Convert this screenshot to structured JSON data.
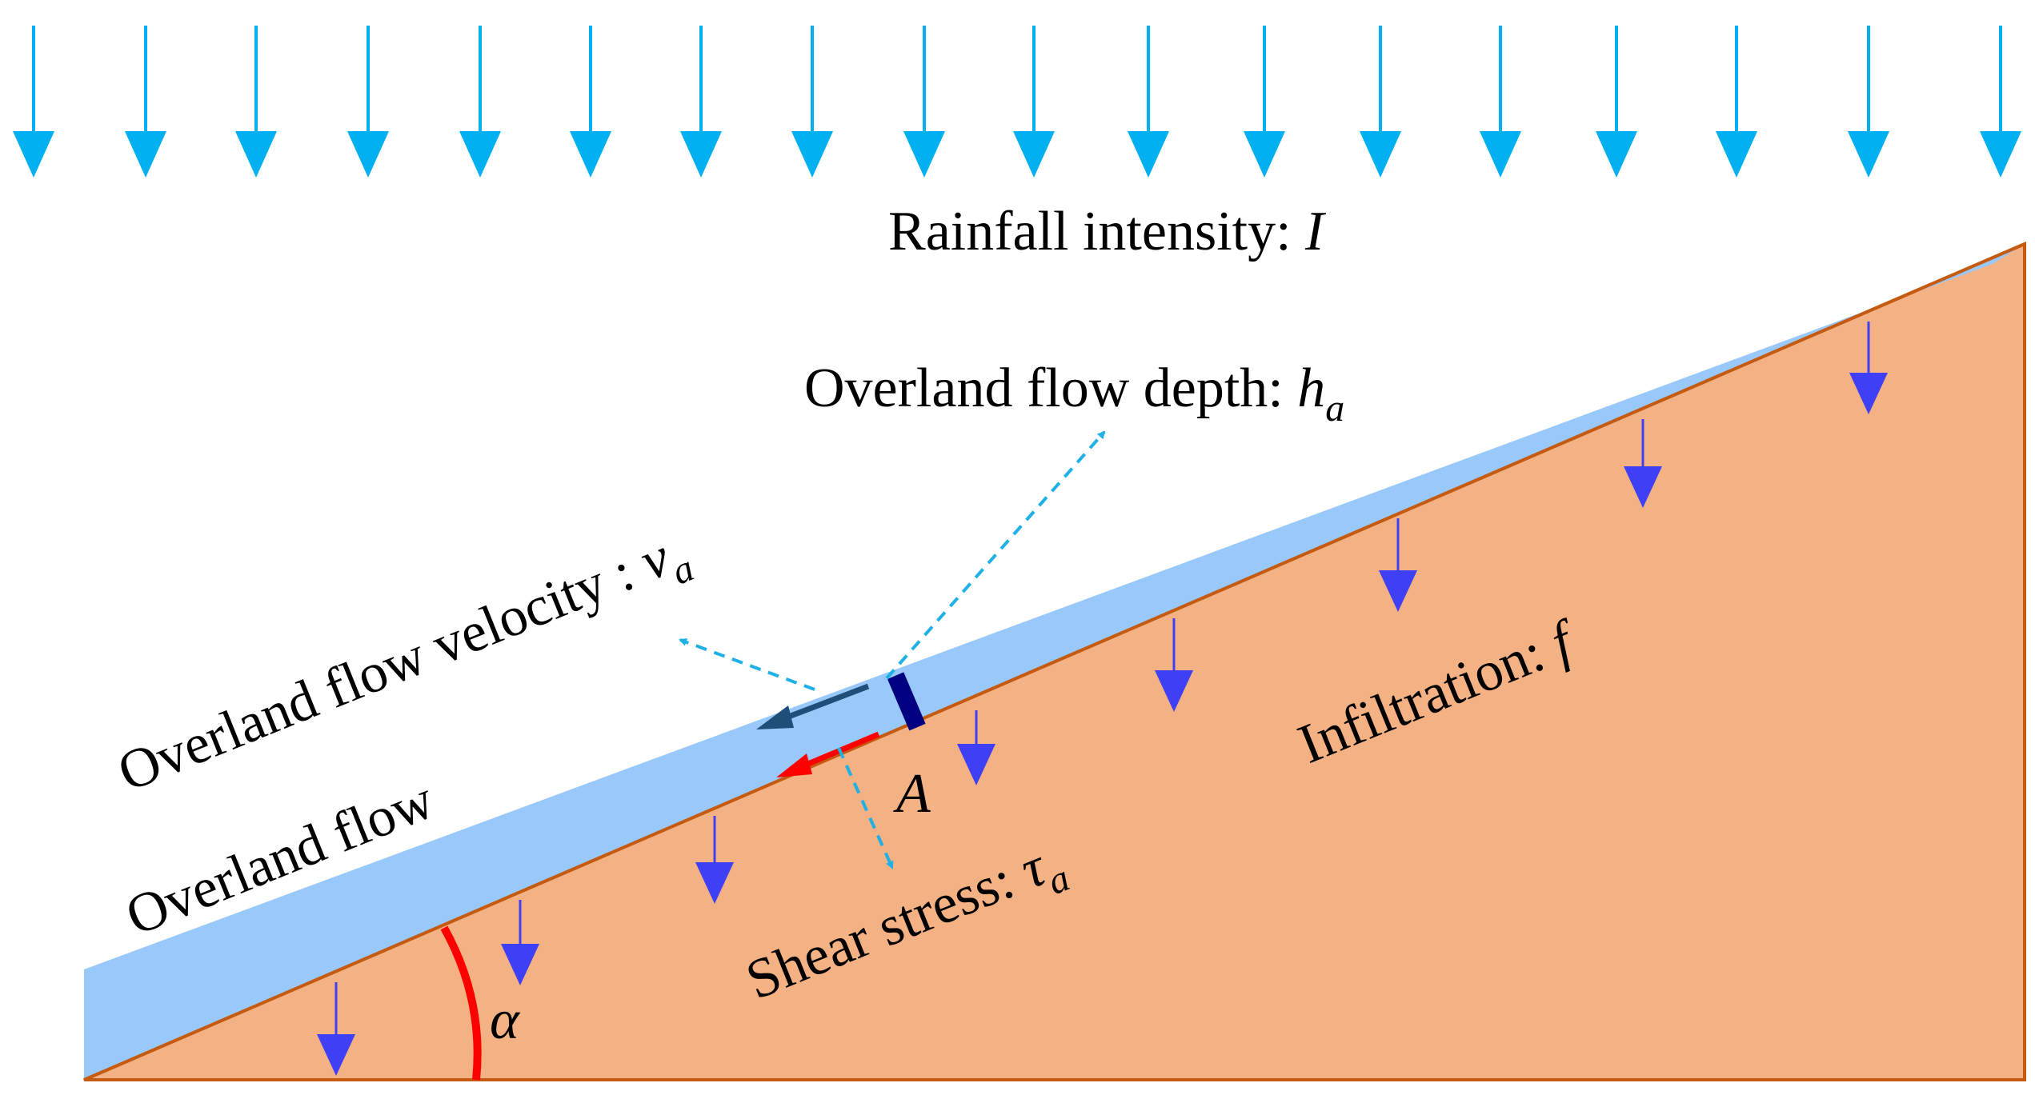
{
  "labels": {
    "rainfall": {
      "text": "Rainfall intensity: ",
      "symbol": "I"
    },
    "depth": {
      "text": "Overland flow depth: ",
      "symbol": "h",
      "sub": "a"
    },
    "velocity": {
      "text": "Overland flow velocity",
      "colon": " : ",
      "symbol": "v",
      "sub": "a"
    },
    "overland_flow": {
      "text": "Overland flow"
    },
    "infiltration": {
      "text": "Infiltration: ",
      "symbol": "f"
    },
    "shear": {
      "text": "Shear stress: ",
      "symbol": "τ",
      "sub": "a"
    },
    "point": {
      "symbol": "A"
    },
    "angle": {
      "symbol": "α"
    }
  },
  "colors": {
    "rain_arrow": "#00b0f0",
    "water": "#99c9fb",
    "soil": "#f4b183",
    "soil_edge": "#c55a11",
    "infiltration_arrow": "#3f3ff5",
    "velocity_arrow": "#1f4e79",
    "element_bar": "#000080",
    "shear_arrow": "#ff0000",
    "angle_arc": "#ff0000",
    "leader_line": "#1fb1e6"
  },
  "icons": {
    "rain": "down-arrow-icon",
    "infiltration": "down-arrow-icon"
  }
}
